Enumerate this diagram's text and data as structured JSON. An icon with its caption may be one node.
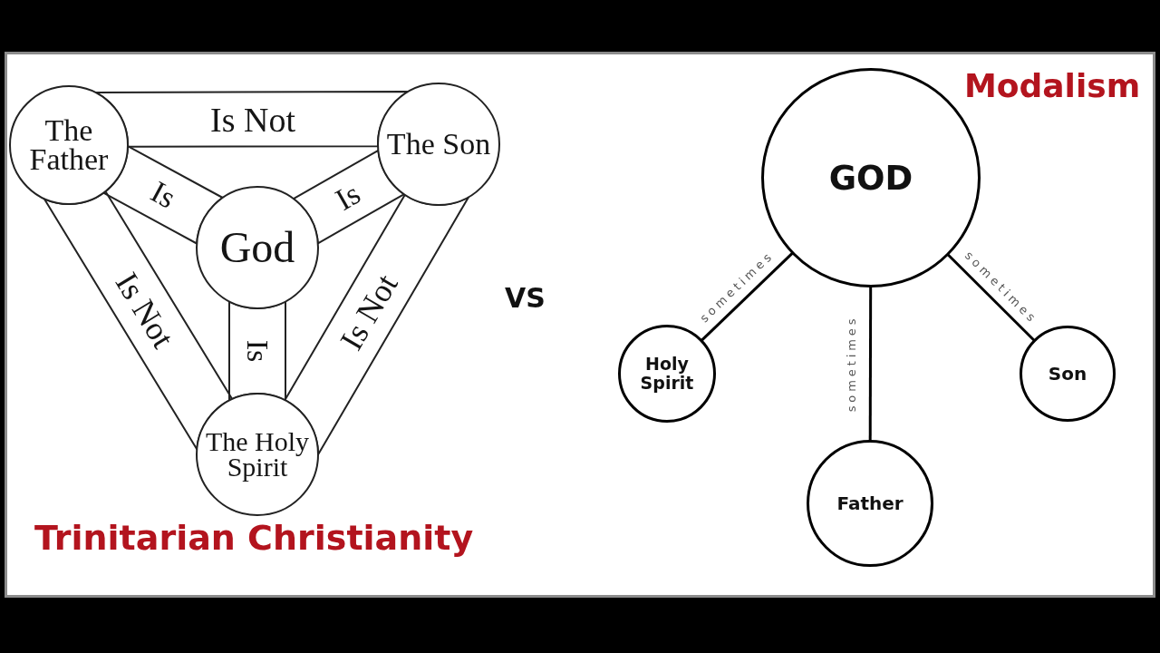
{
  "diagram": {
    "nodes": [
      {
        "text": [
          "The Father"
        ]
      },
      {
        "text": [
          "The Son"
        ]
      },
      {
        "text": [
          "God"
        ]
      },
      {
        "text": [
          "The Holy Spirit"
        ]
      },
      {
        "text": [
          "GOD"
        ]
      },
      {
        "text": [
          "Holy Spirit"
        ]
      },
      {
        "text": [
          "Father"
        ]
      },
      {
        "text": [
          "Son"
        ]
      }
    ],
    "edges": [
      {
        "from": 0,
        "to": 1,
        "arrow": "none",
        "label": "Is Not"
      },
      {
        "from": 0,
        "to": 2,
        "arrow": "none",
        "label": "Is"
      },
      {
        "from": 1,
        "to": 2,
        "arrow": "none",
        "label": "Is"
      },
      {
        "from": 0,
        "to": 3,
        "arrow": "none",
        "label": "Is Not"
      },
      {
        "from": 2,
        "to": 3,
        "arrow": "none",
        "label": "Is"
      },
      {
        "from": 1,
        "to": 3,
        "arrow": "none",
        "label": "Is Not"
      },
      {
        "from": 4,
        "to": 5,
        "arrow": "none",
        "label": "sometimes"
      },
      {
        "from": 4,
        "to": 6,
        "arrow": "none",
        "label": "sometimes"
      },
      {
        "from": 4,
        "to": 7,
        "arrow": "none",
        "label": "sometimes"
      }
    ],
    "labels": [
      "Modalism",
      "VS",
      "Trinitarian Christianity"
    ]
  }
}
